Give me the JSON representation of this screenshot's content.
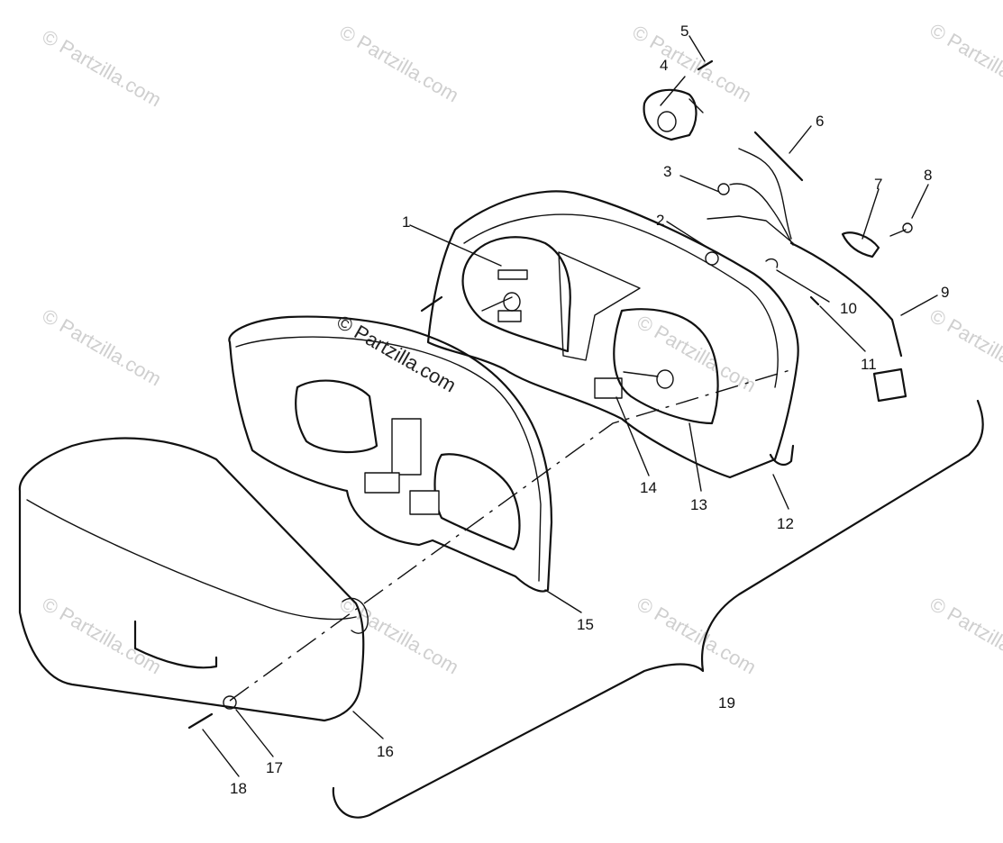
{
  "watermark_text": "© Partzilla.com",
  "callouts": [
    "1",
    "2",
    "3",
    "4",
    "5",
    "6",
    "7",
    "8",
    "9",
    "10",
    "11",
    "12",
    "13",
    "14",
    "15",
    "16",
    "17",
    "18",
    "19"
  ]
}
